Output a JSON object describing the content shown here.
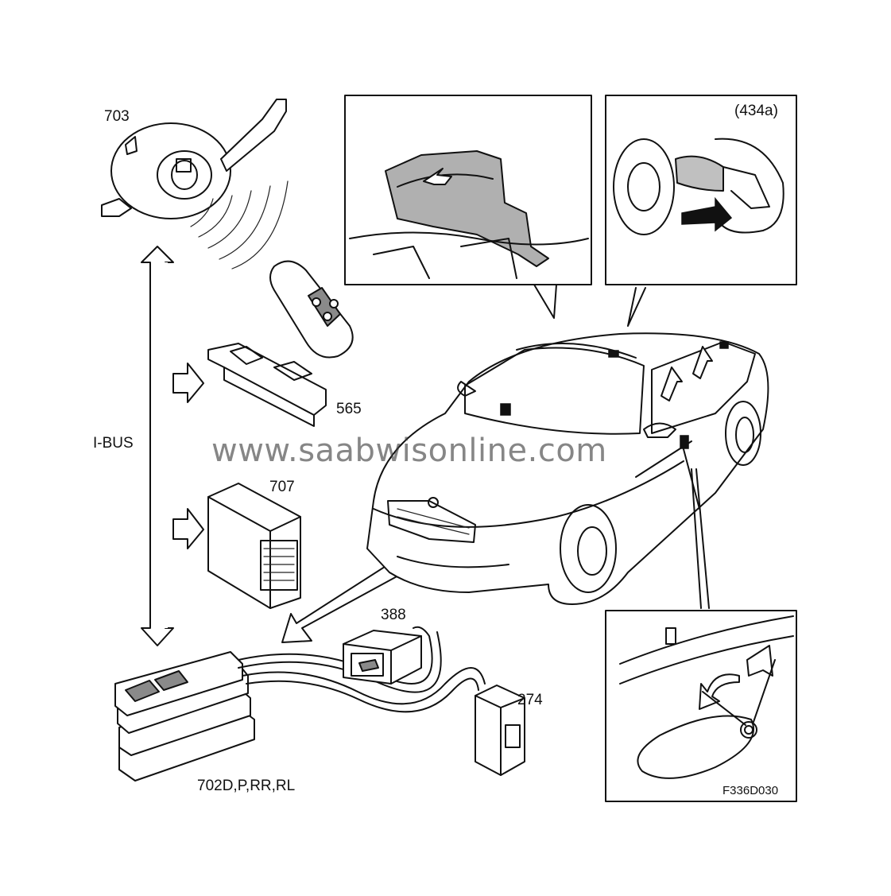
{
  "labels": {
    "remote_receiver": "703",
    "module_565": "565",
    "module_707": "707",
    "bus_name": "I-BUS",
    "switch_388": "388",
    "switch_274": "274",
    "window_switches": "702D,P,RR,RL",
    "inset_component": "(434a)",
    "figure_code": "F336D030"
  },
  "watermark": "www.saabwisonline.com",
  "colors": {
    "ink": "#111111",
    "paper": "#ffffff",
    "watermark": "#3c3c3c"
  }
}
